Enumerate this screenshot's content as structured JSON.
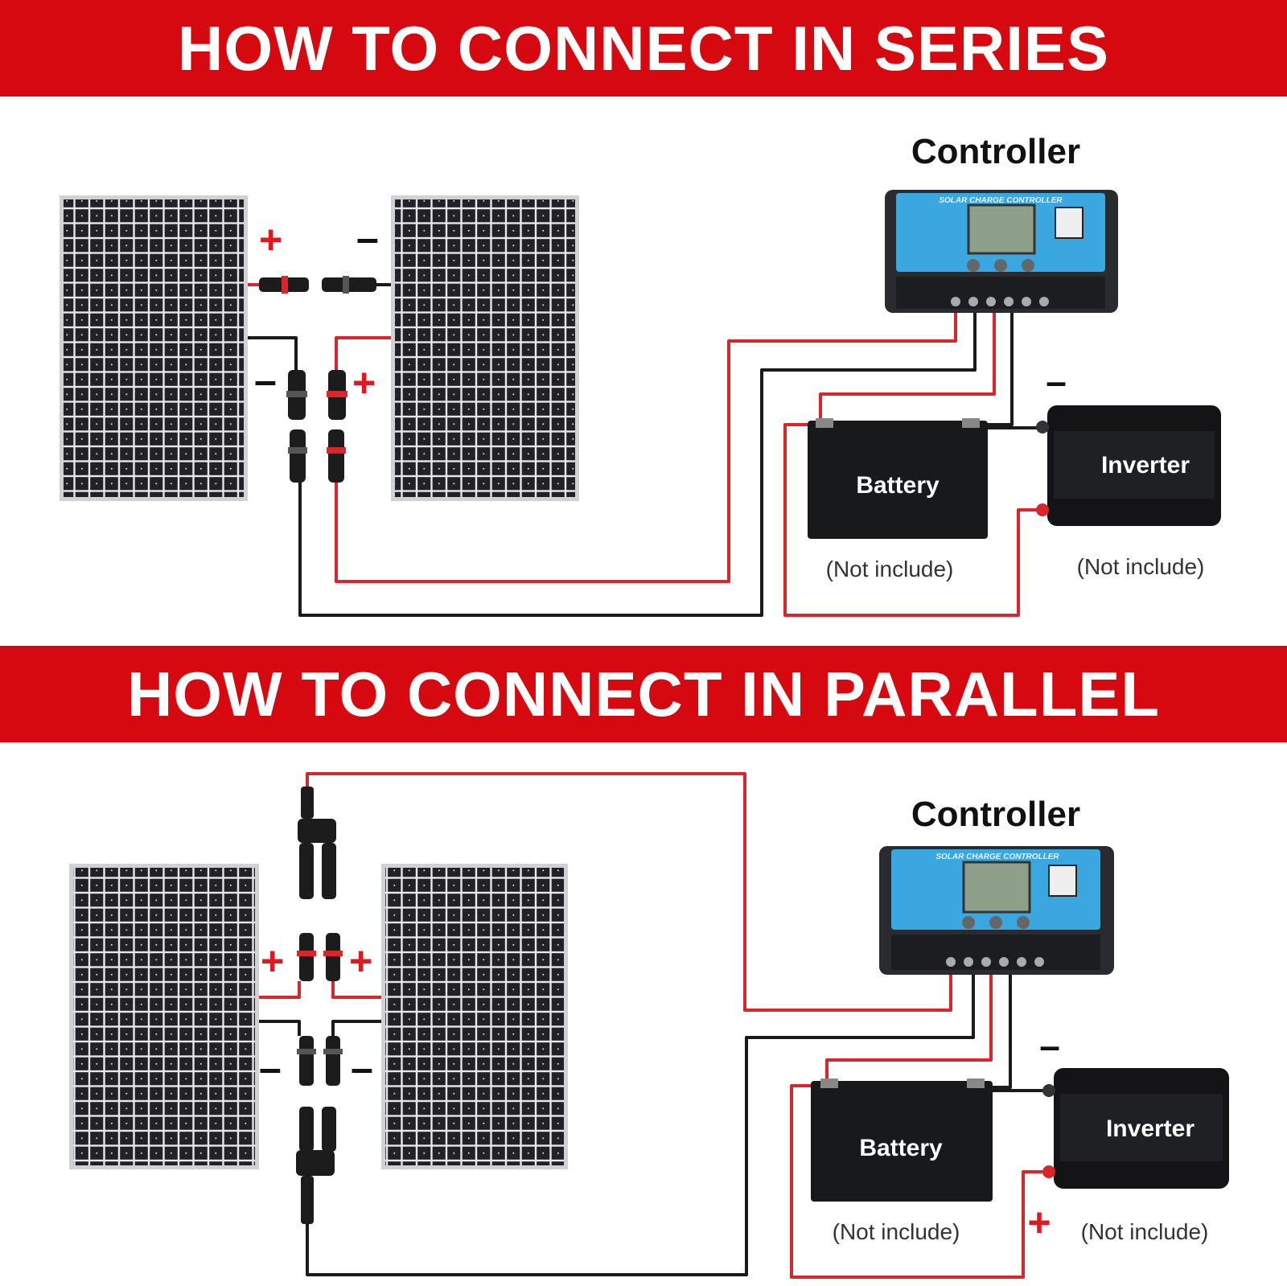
{
  "series_section": {
    "title": "HOW TO CONNECT IN SERIES",
    "controller_label": "Controller",
    "controller_panel_text": "SOLAR CHARGE CONTROLLER",
    "battery_label": "Battery",
    "inverter_label": "Inverter",
    "battery_note": "(Not include)",
    "inverter_note": "(Not include)",
    "plus_sign": "+",
    "minus_sign": "–"
  },
  "parallel_section": {
    "title": "HOW TO CONNECT IN PARALLEL",
    "controller_label": "Controller",
    "controller_panel_text": "SOLAR CHARGE CONTROLLER",
    "battery_label": "Battery",
    "inverter_label": "Inverter",
    "battery_note": "(Not include)",
    "inverter_note": "(Not include)",
    "plus_sign": "+",
    "minus_sign": "–"
  },
  "colors": {
    "banner": "#d5090f",
    "positive_wire": "#d8262a",
    "negative_wire": "#1a1a1a",
    "panel_cell": "#1c1c1e",
    "controller_screen": "#3aa7e0"
  },
  "icons": [
    "solar-panel-icon",
    "mc4-connector-icon",
    "y-branch-connector-icon",
    "charge-controller-icon",
    "battery-icon",
    "inverter-icon"
  ]
}
